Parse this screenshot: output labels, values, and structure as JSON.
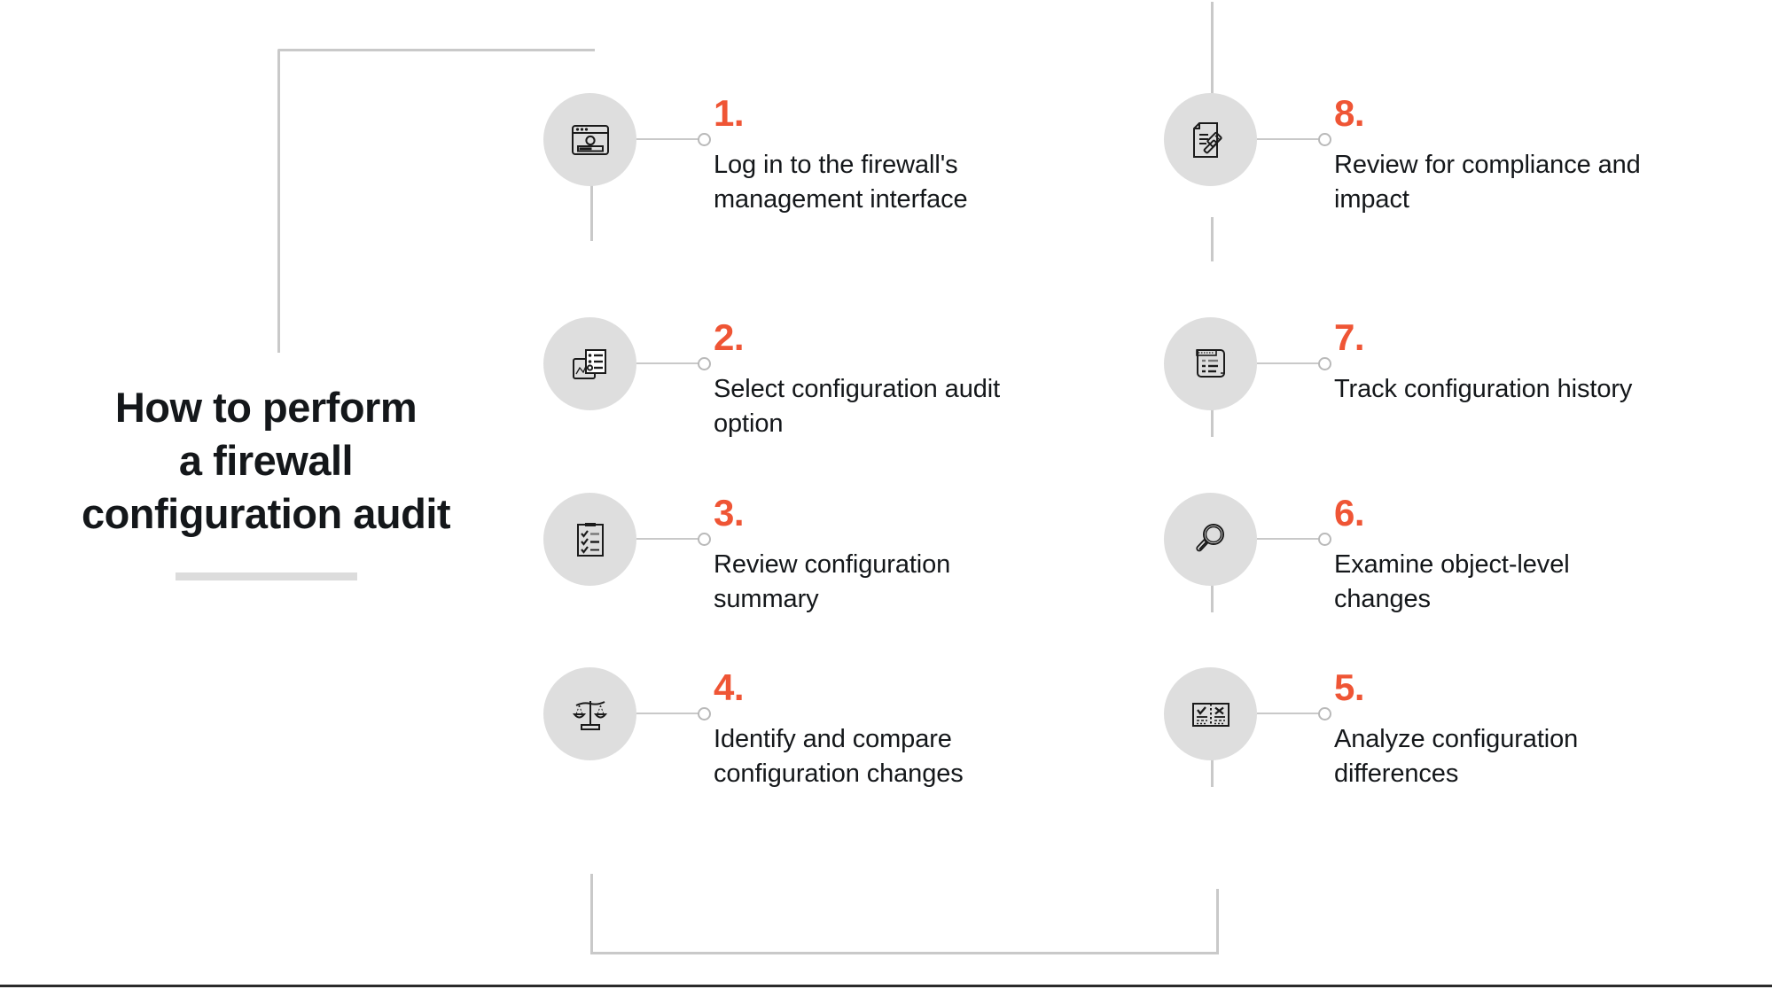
{
  "title": {
    "text": "How to perform\na firewall\nconfiguration audit"
  },
  "theme": {
    "accent_color": "#EF5535",
    "text_color": "#14171A",
    "bubble_color": "#DEDEDE",
    "line_color": "#C9C9C9",
    "background": "#FFFFFF"
  },
  "steps": [
    {
      "number": "1.",
      "label": "Log in to the firewall's management interface",
      "icon": "browser-login-icon",
      "column": "left"
    },
    {
      "number": "2.",
      "label": "Select configuration audit option",
      "icon": "chart-options-list-icon",
      "column": "left"
    },
    {
      "number": "3.",
      "label": "Review configuration summary",
      "icon": "clipboard-checklist-icon",
      "column": "left"
    },
    {
      "number": "4.",
      "label": "Identify and compare configuration changes",
      "icon": "balance-scales-icon",
      "column": "left"
    },
    {
      "number": "5.",
      "label": "Analyze configuration differences",
      "icon": "compare-check-x-icon",
      "column": "right"
    },
    {
      "number": "6.",
      "label": "Examine object-level changes",
      "icon": "magnifying-glass-icon",
      "column": "right"
    },
    {
      "number": "7.",
      "label": "Track configuration history",
      "icon": "scroll-history-icon",
      "column": "right"
    },
    {
      "number": "8.",
      "label": "Review for compliance and impact",
      "icon": "document-gavel-icon",
      "column": "right"
    }
  ]
}
